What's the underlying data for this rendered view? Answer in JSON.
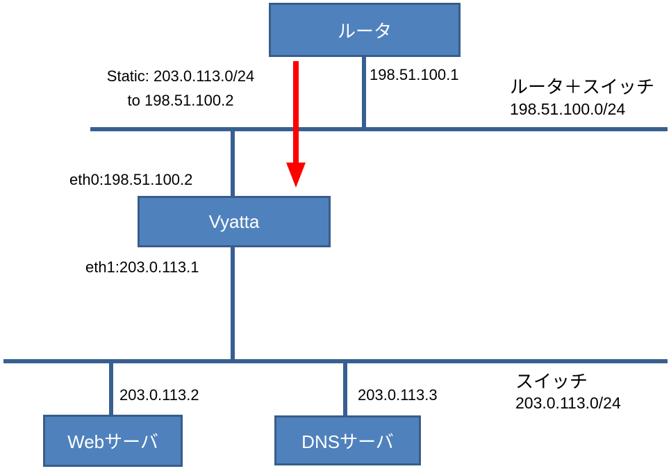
{
  "diagram": {
    "title": "Vyatta static routing network diagram",
    "nodes": {
      "router": {
        "label": "ルータ"
      },
      "vyatta": {
        "label": "Vyatta"
      },
      "web_server": {
        "label": "Webサーバ"
      },
      "dns_server": {
        "label": "DNSサーバ"
      }
    },
    "labels": {
      "static_route_line1": "Static: 203.0.113.0/24",
      "static_route_line2": "to 198.51.100.2",
      "router_interface_ip": "198.51.100.1",
      "upper_segment_name": "ルータ＋スイッチ",
      "upper_segment_subnet": "198.51.100.0/24",
      "vyatta_eth0": "eth0:198.51.100.2",
      "vyatta_eth1": "eth1:203.0.113.1",
      "web_server_ip": "203.0.113.2",
      "dns_server_ip": "203.0.113.3",
      "lower_segment_name": "スイッチ",
      "lower_segment_subnet": "203.0.113.0/24"
    },
    "colors": {
      "node_fill": "#4f81bd",
      "node_border": "#385d8a",
      "line": "#376091",
      "arrow": "#ff0000",
      "text": "#000000",
      "node_text": "#ffffff",
      "background": "#ffffff"
    }
  }
}
